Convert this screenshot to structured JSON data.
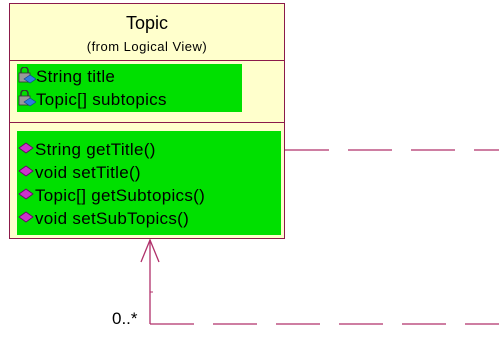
{
  "class": {
    "name": "Topic",
    "package_note": "(from Logical View)",
    "attributes": [
      {
        "label": "String title",
        "icon": "lock-attribute-icon"
      },
      {
        "label": "Topic[] subtopics",
        "icon": "lock-attribute-icon"
      }
    ],
    "operations": [
      {
        "label": "String getTitle()",
        "icon": "operation-diamond-icon"
      },
      {
        "label": "void setTitle()",
        "icon": "operation-diamond-icon"
      },
      {
        "label": "Topic[] getSubtopics()",
        "icon": "operation-diamond-icon"
      },
      {
        "label": "void setSubTopics()",
        "icon": "operation-diamond-icon"
      }
    ]
  },
  "association": {
    "multiplicity": "0..*"
  },
  "colors": {
    "class_fill": "#ffffcc",
    "class_border": "#8b1a4a",
    "highlight": "#00e000",
    "connector": "#b0306a"
  }
}
